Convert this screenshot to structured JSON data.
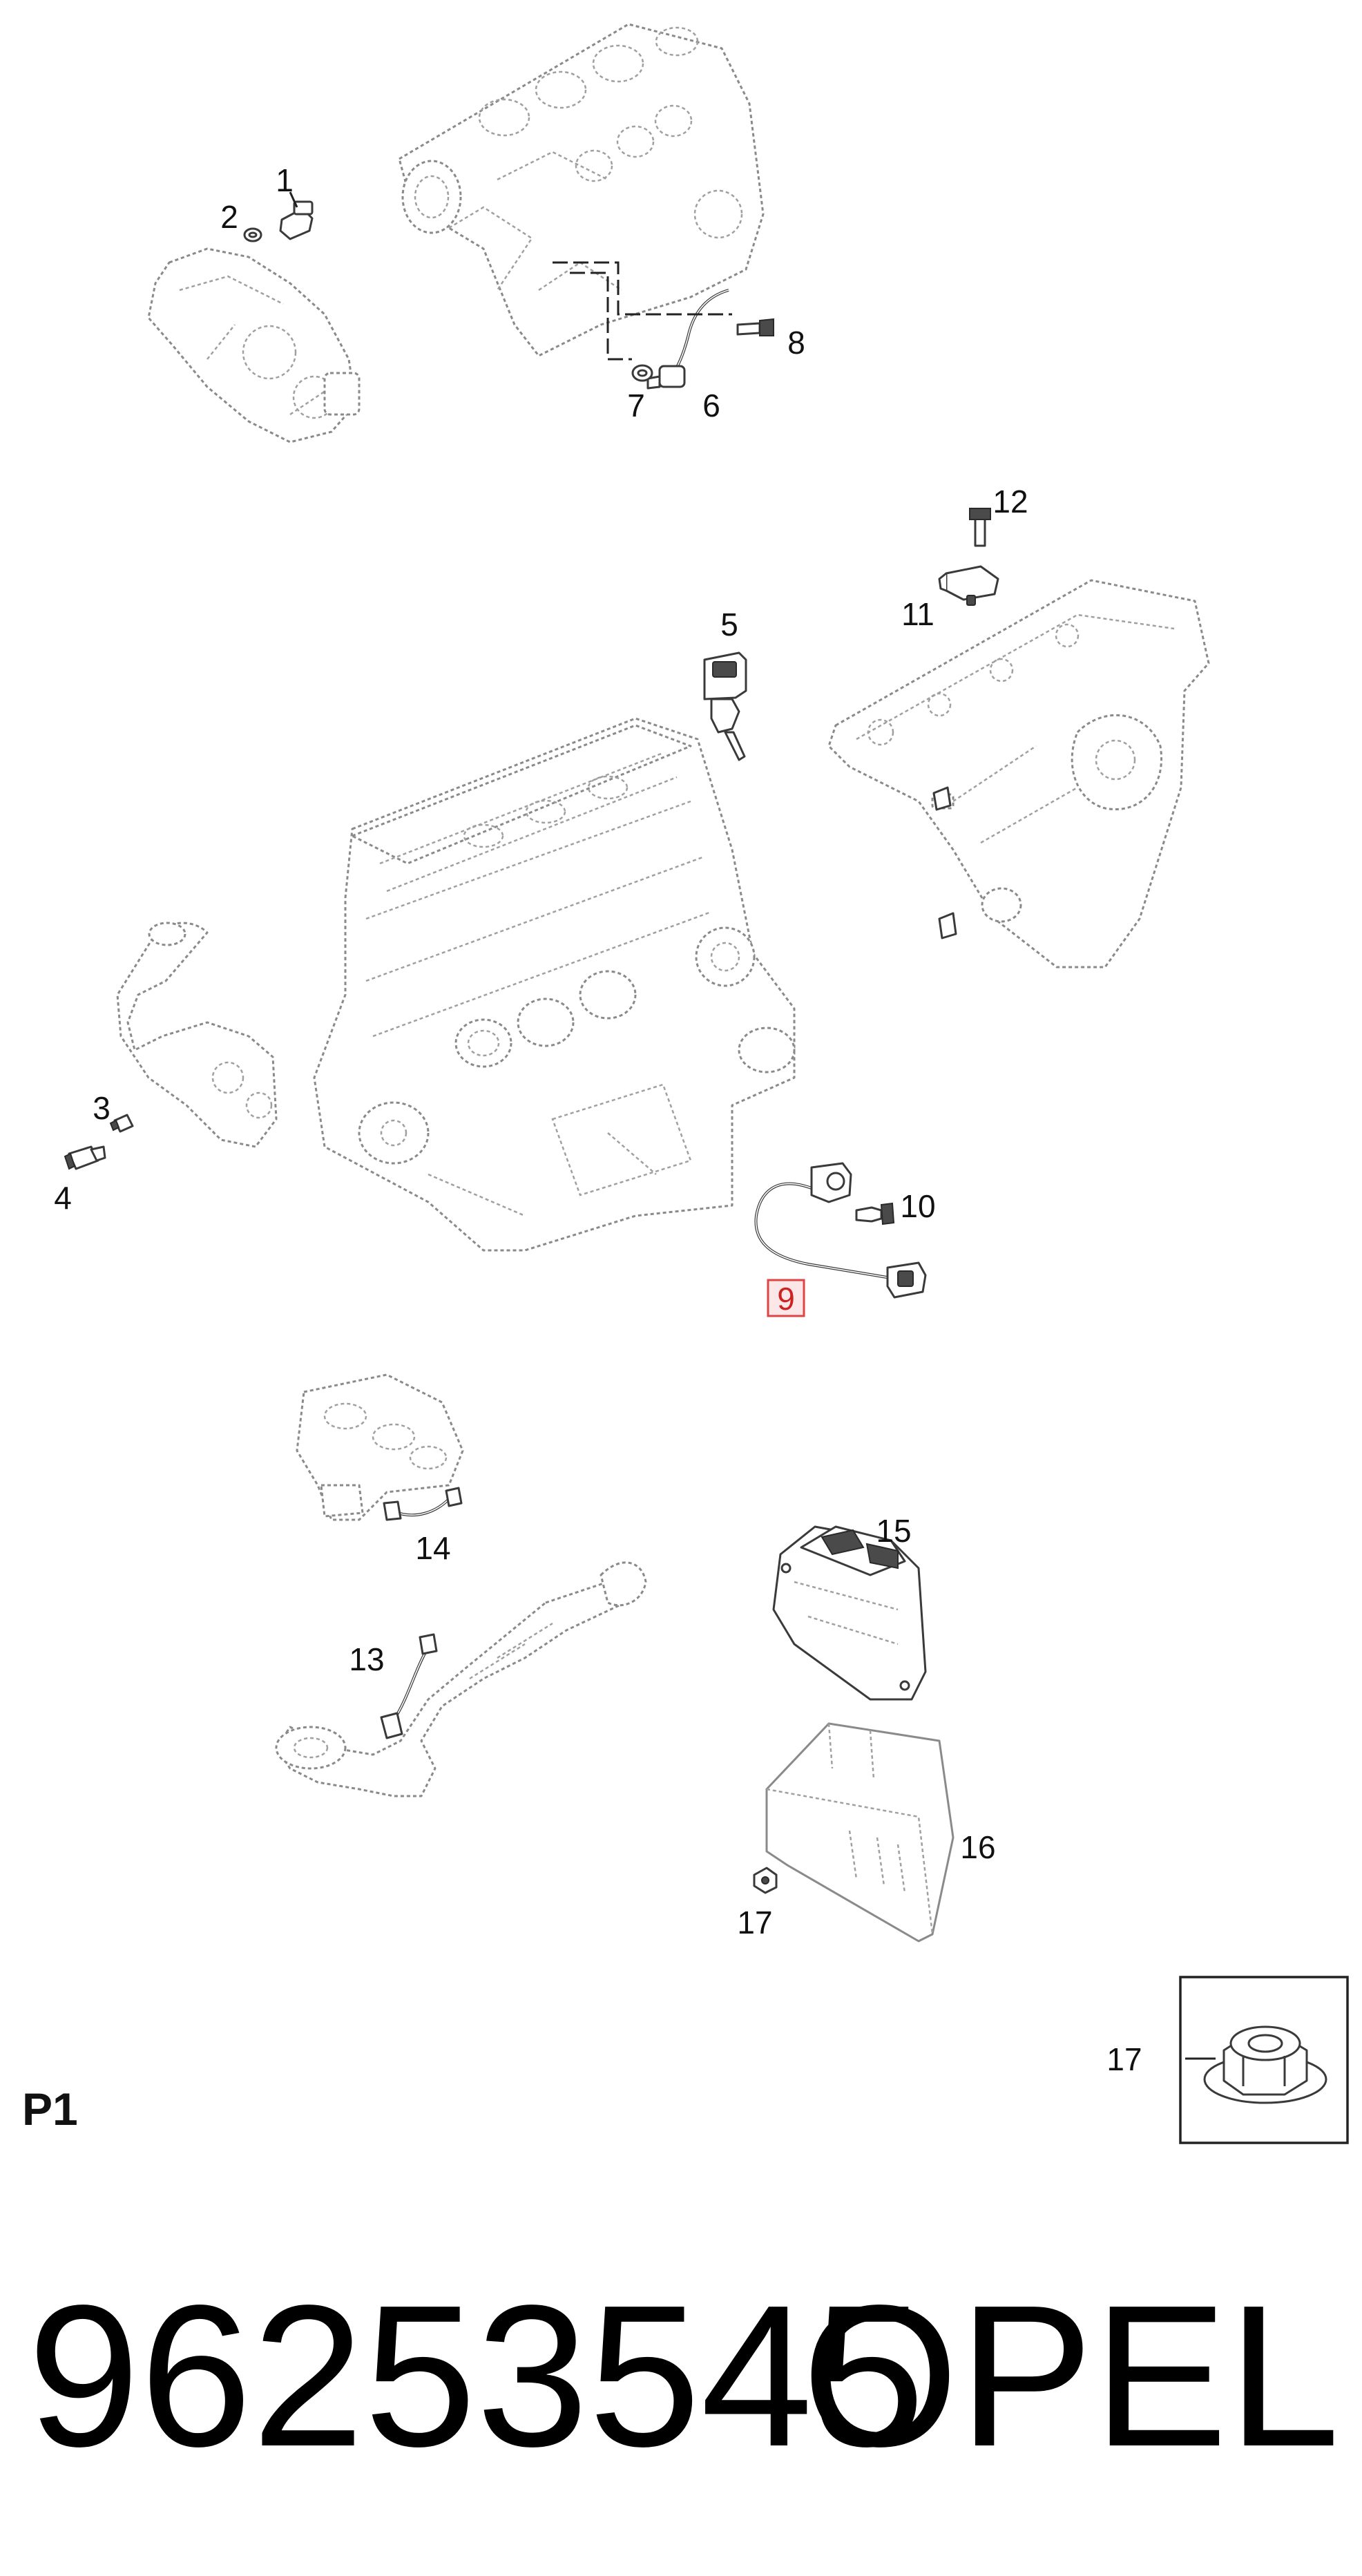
{
  "diagram": {
    "page_label": "P1",
    "part_number": "96253545",
    "brand": "OPEL",
    "callouts": {
      "c1": "1",
      "c2": "2",
      "c3": "3",
      "c4": "4",
      "c5": "5",
      "c6": "6",
      "c7": "7",
      "c8": "8",
      "c9": "9",
      "c10": "10",
      "c11": "11",
      "c12": "12",
      "c13": "13",
      "c14": "14",
      "c15": "15",
      "c16": "16",
      "c17": "17",
      "c17_inset": "17"
    },
    "highlighted_callout": "9",
    "colors": {
      "highlight_fill": "#fbe7e7",
      "highlight_stroke": "#dd4444",
      "part_outline": "#8a8a8a",
      "hardware": "#3a3a3a"
    }
  }
}
